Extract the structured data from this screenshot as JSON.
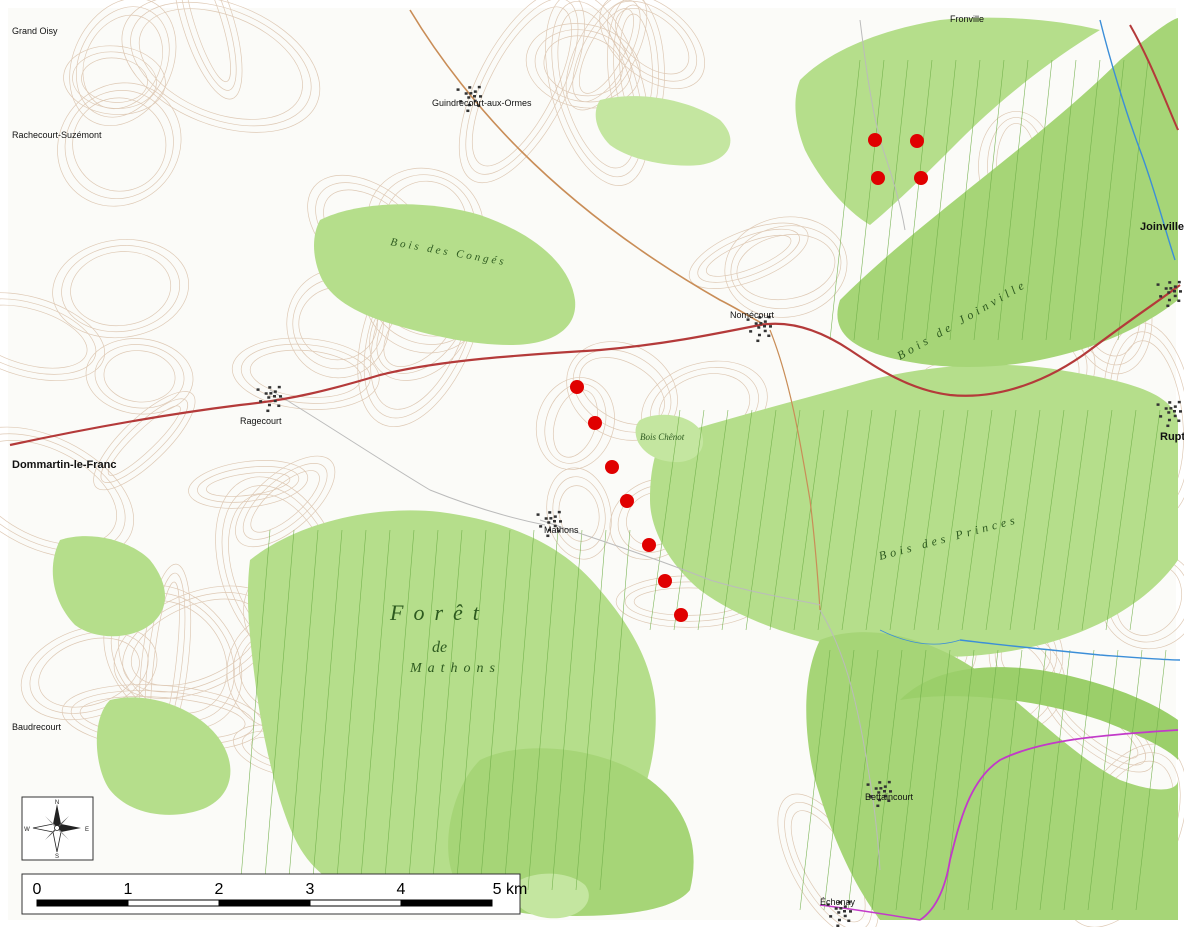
{
  "colors": {
    "forest": "#a8d87a",
    "forest_dark": "#7fbf52",
    "background": "#ffffff",
    "road_main": "#b43a3a",
    "road_secondary": "#c98d57",
    "contour": "#c9a98b",
    "water": "#3b8ed8",
    "marker": "#e00000",
    "violet_line": "#c23ac9"
  },
  "places": {
    "joinville": "Joinville",
    "rupt": "Rupt",
    "mathons": "Mathons",
    "ragecourt": "Ragecourt",
    "dommartin": "Dommartin-le-Franc",
    "rachecourt": "Rachecourt-Suzémont",
    "guindrecourt": "Guindrecourt-aux-Ormes",
    "nomecourt": "Nomécourt",
    "grand_oisy": "Grand Oisy",
    "baudrecourt": "Baudrecourt",
    "fronville": "Fronville",
    "beurville": "Bettaincourt",
    "echenay": "Échenay"
  },
  "forest_labels": {
    "foret": "Forêt",
    "de": "de",
    "mathons": "Mathons",
    "bois_princes": "Bois des Princes",
    "bois_joinville": "Bois de Joinville",
    "bois_conges": "Bois des Congés",
    "bois_chenot": "Bois Chênot"
  },
  "markers": [
    {
      "lon": 577,
      "lat": 387
    },
    {
      "lon": 595,
      "lat": 423
    },
    {
      "lon": 612,
      "lat": 467
    },
    {
      "lon": 627,
      "lat": 501
    },
    {
      "lon": 649,
      "lat": 545
    },
    {
      "lon": 665,
      "lat": 581
    },
    {
      "lon": 681,
      "lat": 615
    },
    {
      "lon": 875,
      "lat": 140
    },
    {
      "lon": 917,
      "lat": 141
    },
    {
      "lon": 878,
      "lat": 178
    },
    {
      "lon": 921,
      "lat": 178
    }
  ],
  "compass": {
    "north": "N",
    "south": "S",
    "east": "E",
    "west": "W"
  },
  "scale_bar": {
    "labels": [
      "0",
      "1",
      "2",
      "3",
      "4",
      "5 km"
    ]
  }
}
